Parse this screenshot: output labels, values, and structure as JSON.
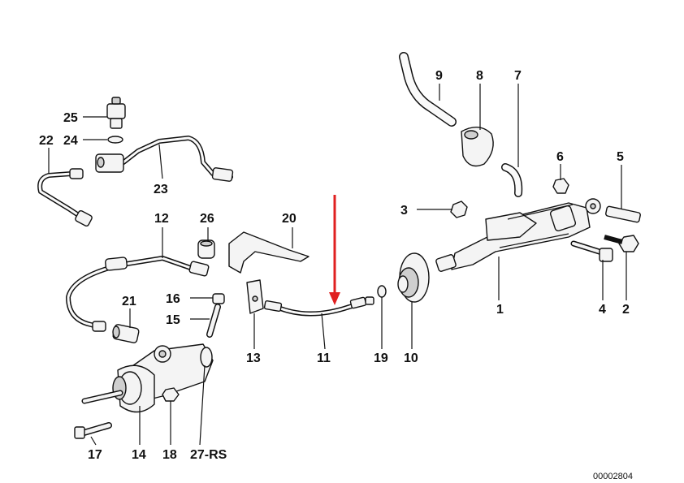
{
  "diagram": {
    "labels": [
      "1",
      "2",
      "3",
      "4",
      "5",
      "6",
      "7",
      "8",
      "9",
      "10",
      "11",
      "12",
      "13",
      "14",
      "15",
      "16",
      "17",
      "18",
      "19",
      "20",
      "21",
      "22",
      "23",
      "24",
      "25",
      "26",
      "27-RS"
    ],
    "drawing_code": "00002804",
    "arrow_color": "#e02020",
    "line_color": "#111111"
  }
}
